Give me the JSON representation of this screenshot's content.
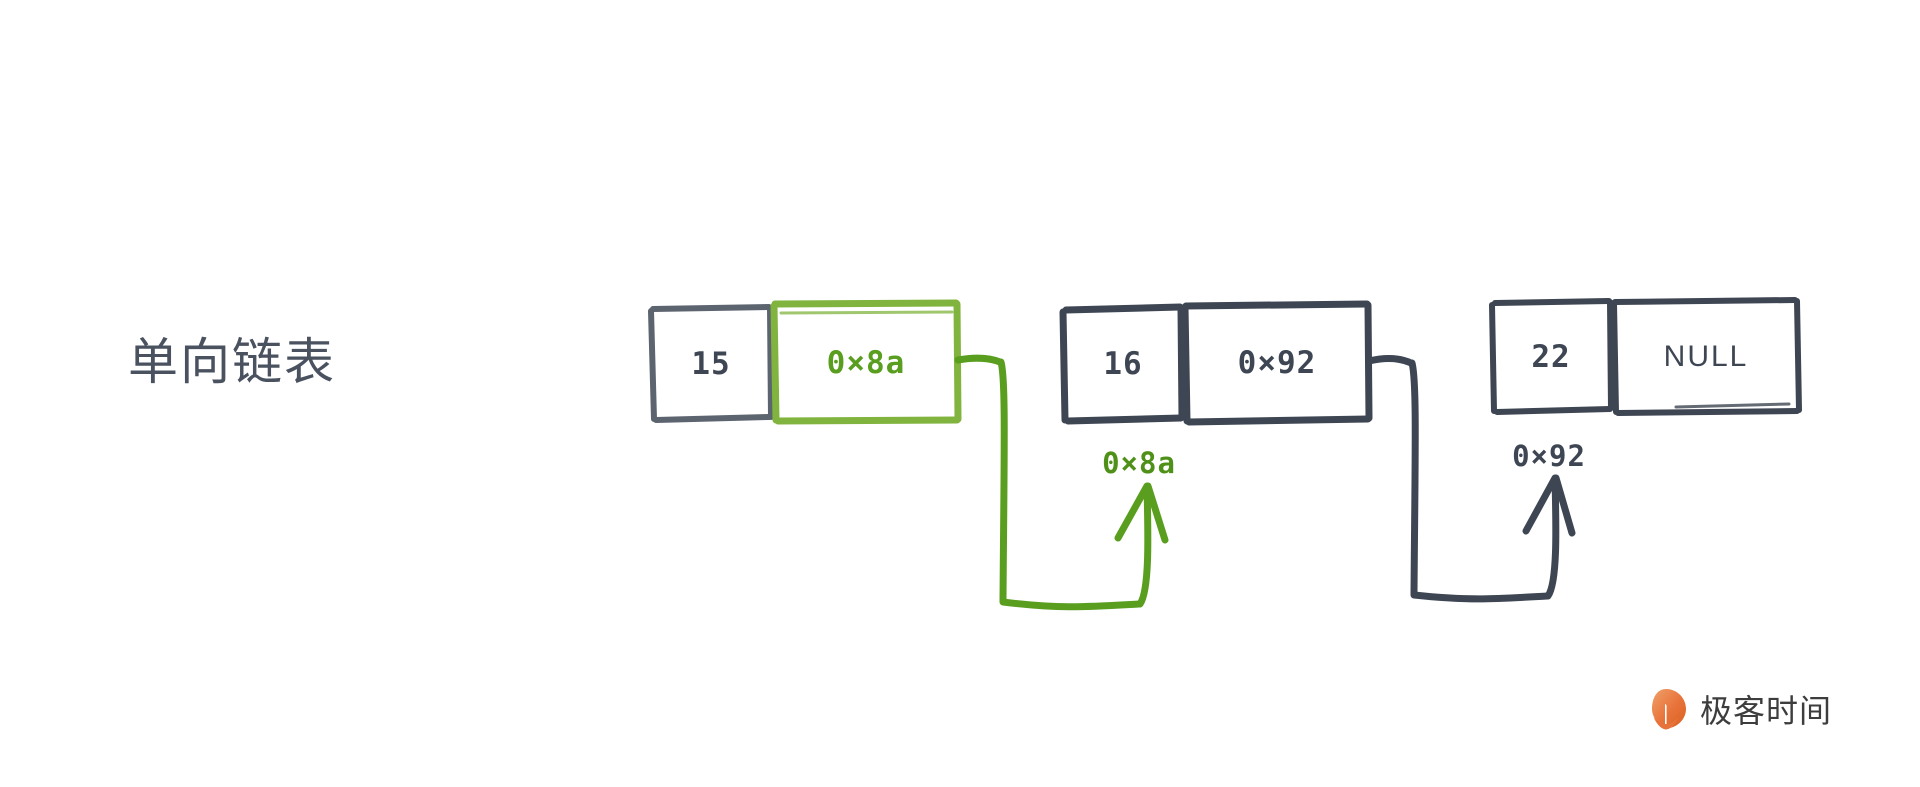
{
  "diagram": {
    "title": "单向链表",
    "type": "singly-linked-list",
    "colors": {
      "dark": "#3e4653",
      "gray": "#5c6470",
      "green_box": "#81b43e",
      "green_text": "#5a9e20",
      "green_arrow": "#5a9e20",
      "background": "#ffffff",
      "brand_orange": "#e8733a"
    },
    "nodes": [
      {
        "id": "node-1",
        "value": "15",
        "pointer": "0x8a",
        "pointer_display": "0×8a",
        "value_style": "gray",
        "pointer_style": "green"
      },
      {
        "id": "node-2",
        "value": "16",
        "pointer": "0x92",
        "pointer_display": "0×92",
        "value_style": "dark",
        "pointer_style": "dark"
      },
      {
        "id": "node-3",
        "value": "22",
        "pointer": "NULL",
        "pointer_display": "NULL",
        "value_style": "dark",
        "pointer_style": "dark"
      }
    ],
    "address_labels": [
      {
        "id": "addr-node-2",
        "text": "0×8a",
        "style": "green",
        "points_to": "node-2"
      },
      {
        "id": "addr-node-3",
        "text": "0×92",
        "style": "dark",
        "points_to": "node-3"
      }
    ]
  },
  "brand": {
    "name": "极客时间",
    "logo_icon": "geektime-logo-icon"
  }
}
